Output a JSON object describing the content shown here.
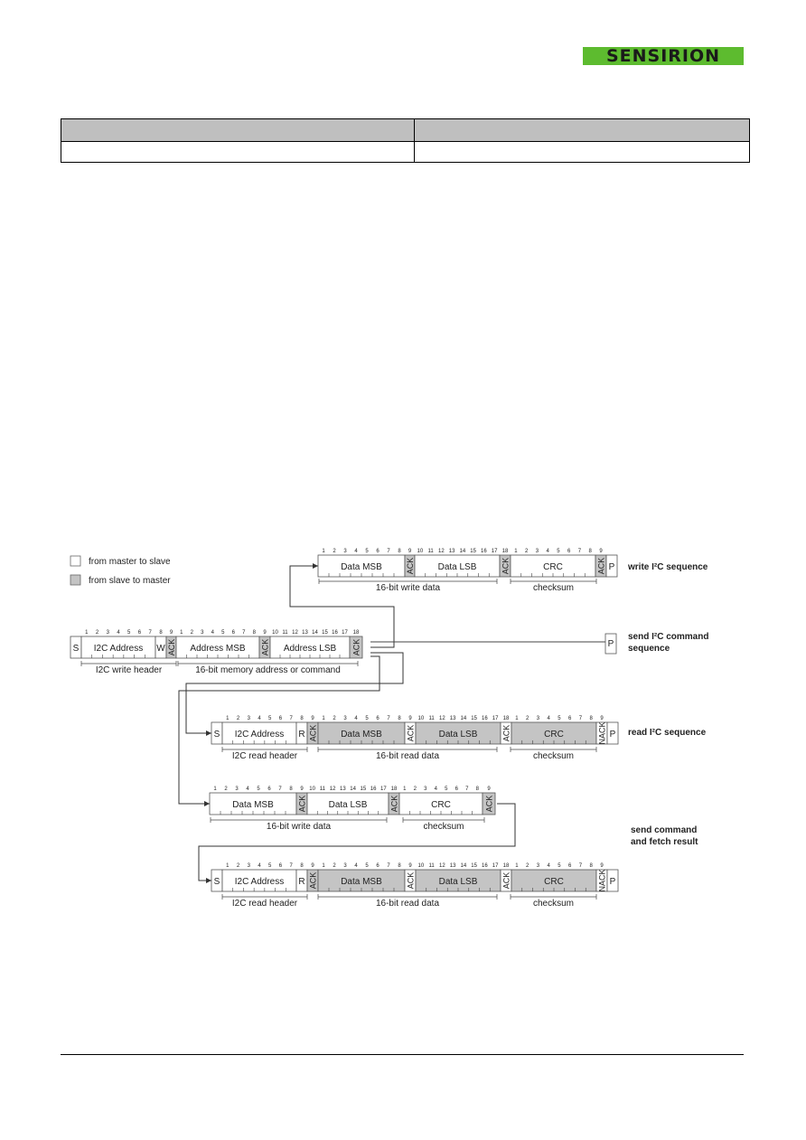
{
  "logo": {
    "text": "SENSIRION",
    "color": "#5dbb2f"
  },
  "colors": {
    "master_to_slave": "#ffffff",
    "slave_to_master": "#c4c4c4"
  },
  "legend": {
    "master": "from master to slave",
    "slave": "from slave to master"
  },
  "labels": {
    "write_seq": "write I²C sequence",
    "send_cmd": [
      "send I²C command",
      "sequence"
    ],
    "read_seq": "read I²C sequence",
    "fetch": [
      "send command",
      "and fetch result"
    ]
  },
  "fields": {
    "S": "S",
    "W": "W",
    "R": "R",
    "P": "P",
    "ack": "ACK",
    "nack": "NACK",
    "i2c_address": "I2C Address",
    "address_msb": "Address MSB",
    "address_lsb": "Address LSB",
    "data_msb": "Data MSB",
    "data_lsb": "Data LSB",
    "crc": "CRC"
  },
  "spans": {
    "i2c_write_header": "I2C write header",
    "mem_addr": "16-bit memory address or command",
    "write_data": "16-bit write data",
    "checksum": "checksum",
    "i2c_read_header": "I2C read header",
    "read_data": "16-bit read data"
  }
}
